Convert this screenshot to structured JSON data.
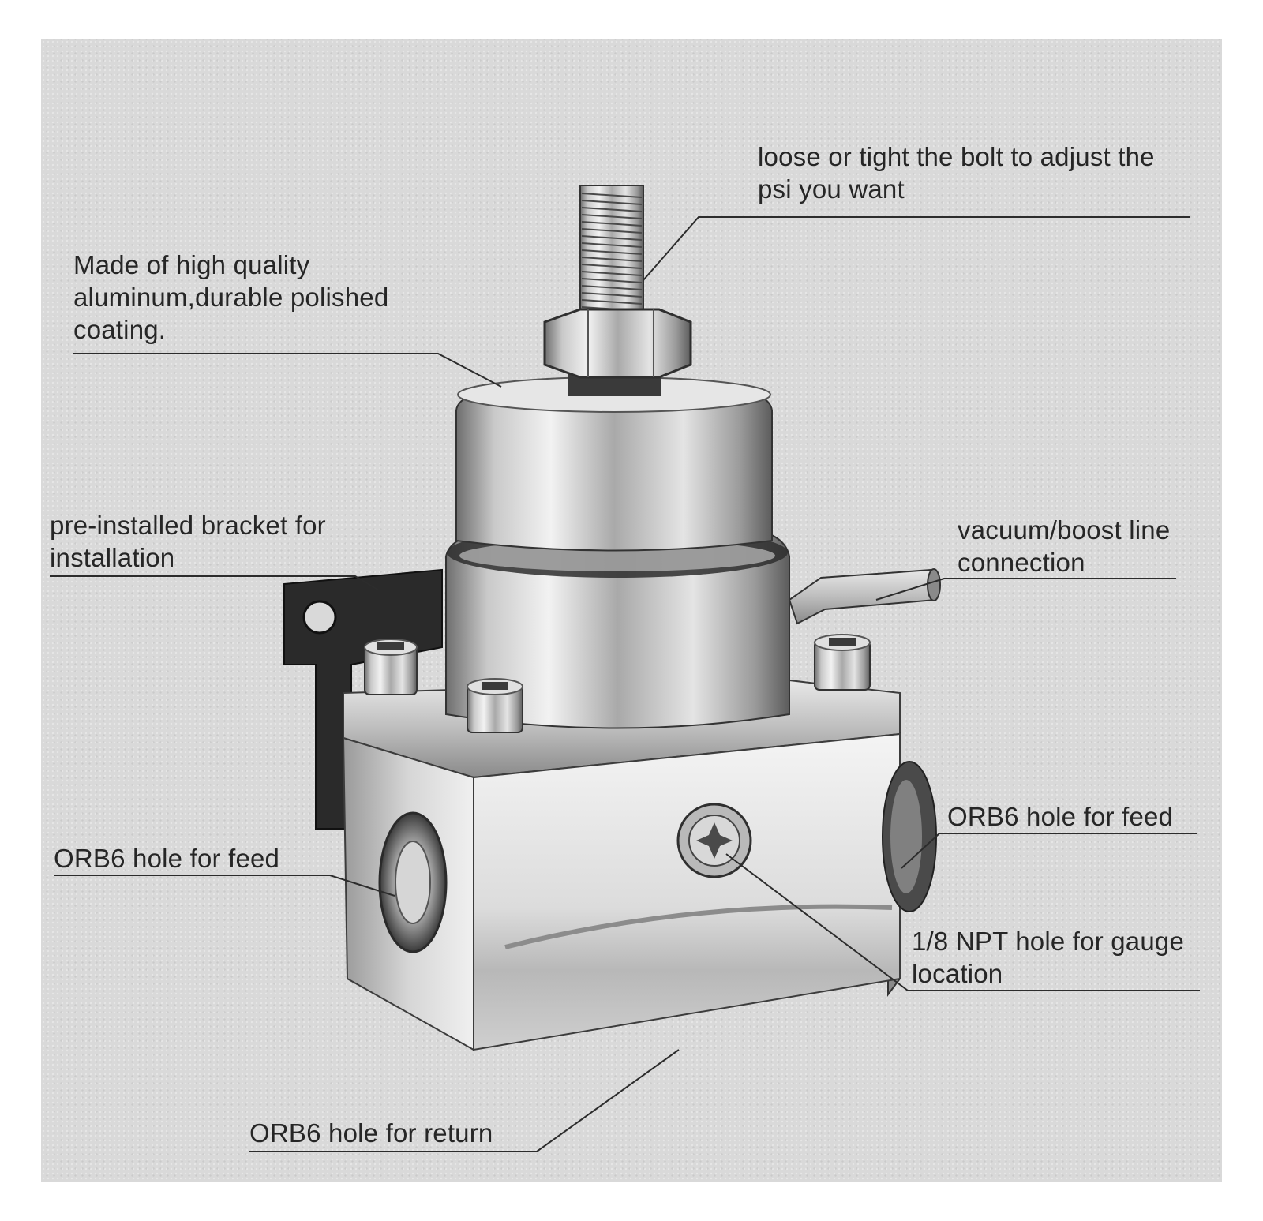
{
  "annotations": {
    "bolt": {
      "lines": [
        "loose or tight the bolt to adjust the",
        "psi you want"
      ]
    },
    "material": {
      "lines": [
        "Made of high quality",
        "aluminum,durable polished",
        "coating."
      ]
    },
    "bracket": {
      "lines": [
        "pre-installed bracket for",
        "installation"
      ]
    },
    "vacuum": {
      "lines": [
        "vacuum/boost line",
        "connection"
      ]
    },
    "feed_right": {
      "lines": [
        "ORB6 hole for feed"
      ]
    },
    "feed_left": {
      "lines": [
        "ORB6 hole for feed"
      ]
    },
    "gauge": {
      "lines": [
        "1/8 NPT hole for gauge",
        "location"
      ]
    },
    "return": {
      "lines": [
        "ORB6 hole for return"
      ]
    }
  }
}
